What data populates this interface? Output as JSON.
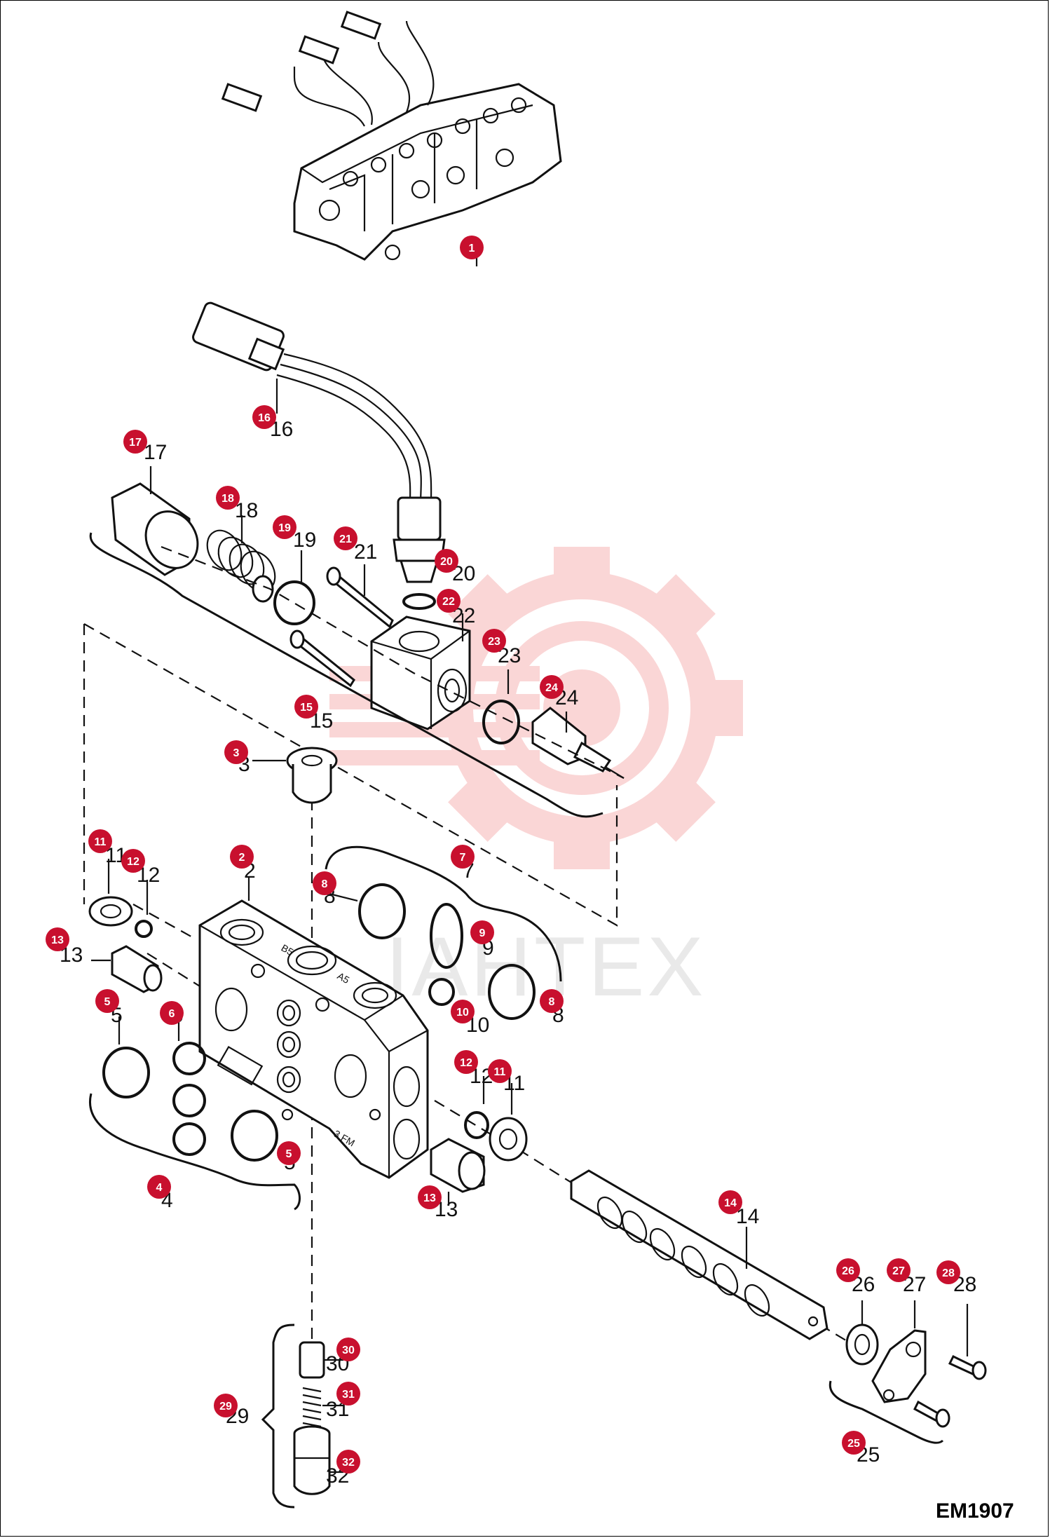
{
  "figure_code": "EM1907",
  "watermark": {
    "text": "IAHTEX",
    "gear_color": "#f4a6a6"
  },
  "stamps": {
    "b5": "B5",
    "a5": "A5",
    "fm": "3 FM"
  },
  "colors": {
    "callout": "#c8102e",
    "line": "#111111"
  },
  "callouts": [
    {
      "id": "c1",
      "num": "1"
    },
    {
      "id": "c16",
      "num": "16"
    },
    {
      "id": "c17",
      "num": "17"
    },
    {
      "id": "c18",
      "num": "18"
    },
    {
      "id": "c19",
      "num": "19"
    },
    {
      "id": "c21",
      "num": "21"
    },
    {
      "id": "c20",
      "num": "20"
    },
    {
      "id": "c22",
      "num": "22"
    },
    {
      "id": "c23",
      "num": "23"
    },
    {
      "id": "c24",
      "num": "24"
    },
    {
      "id": "c15",
      "num": "15"
    },
    {
      "id": "c3",
      "num": "3"
    },
    {
      "id": "c11a",
      "num": "11"
    },
    {
      "id": "c12a",
      "num": "12"
    },
    {
      "id": "c2",
      "num": "2"
    },
    {
      "id": "c7",
      "num": "7"
    },
    {
      "id": "c8a",
      "num": "8"
    },
    {
      "id": "c9",
      "num": "9"
    },
    {
      "id": "c13a",
      "num": "13"
    },
    {
      "id": "c5a",
      "num": "5"
    },
    {
      "id": "c6",
      "num": "6"
    },
    {
      "id": "c10",
      "num": "10"
    },
    {
      "id": "c8b",
      "num": "8"
    },
    {
      "id": "c12b",
      "num": "12"
    },
    {
      "id": "c11b",
      "num": "11"
    },
    {
      "id": "c5b",
      "num": "5"
    },
    {
      "id": "c4",
      "num": "4"
    },
    {
      "id": "c13b",
      "num": "13"
    },
    {
      "id": "c14",
      "num": "14"
    },
    {
      "id": "c26",
      "num": "26"
    },
    {
      "id": "c27",
      "num": "27"
    },
    {
      "id": "c28",
      "num": "28"
    },
    {
      "id": "c30",
      "num": "30"
    },
    {
      "id": "c29",
      "num": "29"
    },
    {
      "id": "c31",
      "num": "31"
    },
    {
      "id": "c32",
      "num": "32"
    },
    {
      "id": "c25",
      "num": "25"
    }
  ],
  "labels": [
    {
      "id": "l16",
      "text": "16"
    },
    {
      "id": "l17",
      "text": "17"
    },
    {
      "id": "l18",
      "text": "18"
    },
    {
      "id": "l19",
      "text": "19"
    },
    {
      "id": "l21",
      "text": "21"
    },
    {
      "id": "l20",
      "text": "20"
    },
    {
      "id": "l22",
      "text": "22"
    },
    {
      "id": "l23",
      "text": "23"
    },
    {
      "id": "l24",
      "text": "24"
    },
    {
      "id": "l15",
      "text": "15"
    },
    {
      "id": "l3",
      "text": "3"
    },
    {
      "id": "l11a",
      "text": "11"
    },
    {
      "id": "l12a",
      "text": "12"
    },
    {
      "id": "l2",
      "text": "2"
    },
    {
      "id": "l7",
      "text": "7"
    },
    {
      "id": "l8a",
      "text": "8"
    },
    {
      "id": "l9",
      "text": "9"
    },
    {
      "id": "l13a",
      "text": "13"
    },
    {
      "id": "l5a",
      "text": "5"
    },
    {
      "id": "l6",
      "text": "6"
    },
    {
      "id": "l10",
      "text": "10"
    },
    {
      "id": "l8b",
      "text": "8"
    },
    {
      "id": "l12b",
      "text": "12"
    },
    {
      "id": "l11b",
      "text": "11"
    },
    {
      "id": "l5b",
      "text": "5"
    },
    {
      "id": "l4",
      "text": "4"
    },
    {
      "id": "l13b",
      "text": "13"
    },
    {
      "id": "l14",
      "text": "14"
    },
    {
      "id": "l26",
      "text": "26"
    },
    {
      "id": "l27",
      "text": "27"
    },
    {
      "id": "l28",
      "text": "28"
    },
    {
      "id": "l30",
      "text": "30"
    },
    {
      "id": "l29",
      "text": "29"
    },
    {
      "id": "l31",
      "text": "31"
    },
    {
      "id": "l32",
      "text": "32"
    },
    {
      "id": "l25",
      "text": "25"
    }
  ]
}
